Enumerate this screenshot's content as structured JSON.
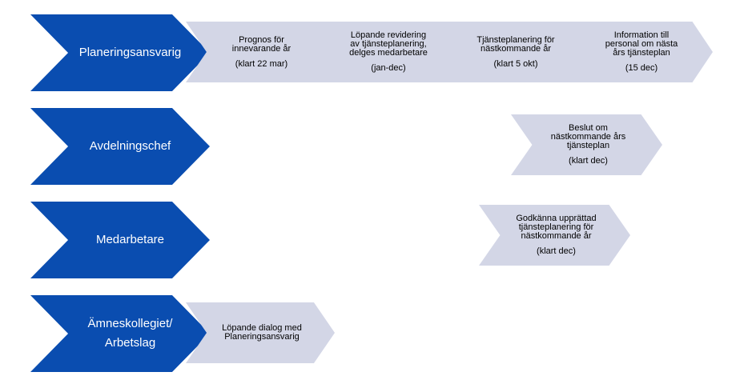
{
  "roles": [
    {
      "label": "Planeringsansvarig"
    },
    {
      "label": "Avdelningschef"
    },
    {
      "label": "Medarbetare"
    },
    {
      "label_lines": [
        "Ämneskollegiet/",
        "Arbetslag"
      ]
    }
  ],
  "steps": {
    "prognos": {
      "lines": [
        "Prognos för",
        "innevarande år"
      ],
      "sub": "(klart 22 mar)"
    },
    "revidering": {
      "lines": [
        "Löpande revidering",
        "av tjänsteplanering,",
        "delges medarbetare"
      ],
      "sub": "(jan-dec)"
    },
    "tjansteplanering": {
      "lines": [
        "Tjänsteplanering för",
        "nästkommande år"
      ],
      "sub": "(klart 5 okt)"
    },
    "information": {
      "lines": [
        "Information till",
        "personal om nästa",
        "års tjänsteplan"
      ],
      "sub": "(15 dec)"
    },
    "beslut": {
      "lines": [
        "Beslut om",
        "nästkommande års",
        "tjänsteplan"
      ],
      "sub": "(klart dec)"
    },
    "godkanna": {
      "lines": [
        "Godkänna upprättad",
        "tjänsteplanering för",
        "nästkommande år"
      ],
      "sub": "(klart dec)"
    },
    "dialog": {
      "lines": [
        "Löpande dialog med",
        "Planeringsansvarig"
      ]
    }
  },
  "colors": {
    "role": "#0a4db0",
    "step": "#d3d6e6"
  }
}
